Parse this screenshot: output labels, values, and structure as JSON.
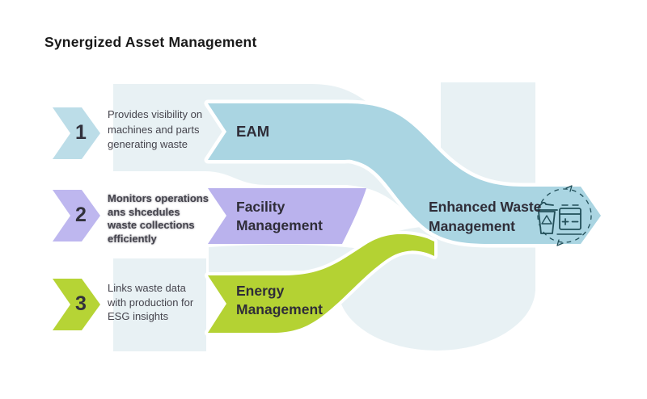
{
  "title": "Synergized Asset Management",
  "steps": [
    {
      "number": "1",
      "description": "Provides visibility on\nmachines and parts\ngenerating waste",
      "label": "EAM",
      "ribbon_color": "#aad5e2",
      "chevron_color": "#bcdde8"
    },
    {
      "number": "2",
      "description": "Monitors operations\nans shcedules\nwaste collections\nefficiently",
      "label": "Facility\nManagement",
      "ribbon_color": "#bab2ed",
      "chevron_color": "#beb7ef"
    },
    {
      "number": "3",
      "description": "Links waste data\nwith production for\nESG insights",
      "label": "Energy\nManagement",
      "ribbon_color": "#b4d233",
      "chevron_color": "#b6d435"
    }
  ],
  "result": {
    "label": "Enhanced Waste\nManagement",
    "icon": "battery-recycling-icon",
    "band_color": "#aad5e2"
  },
  "colors": {
    "background": "#ffffff",
    "flow_shape": "#e8f1f4",
    "icon_stroke": "#224f59",
    "heading_text": "#191919",
    "label_text": "#2f2d38",
    "body_text": "#45444d"
  }
}
